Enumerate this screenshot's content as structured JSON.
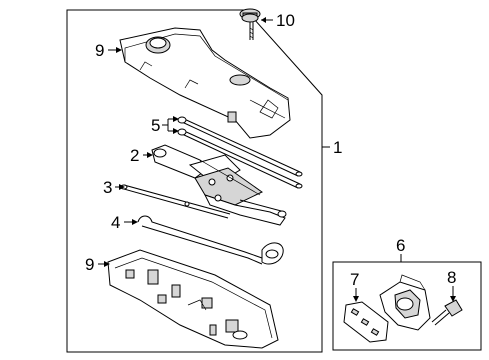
{
  "diagram": {
    "callouts": [
      {
        "id": "1",
        "label": "1"
      },
      {
        "id": "2",
        "label": "2"
      },
      {
        "id": "3",
        "label": "3"
      },
      {
        "id": "4",
        "label": "4"
      },
      {
        "id": "5",
        "label": "5"
      },
      {
        "id": "6",
        "label": "6"
      },
      {
        "id": "7",
        "label": "7"
      },
      {
        "id": "8",
        "label": "8"
      },
      {
        "id": "9a",
        "label": "9"
      },
      {
        "id": "9b",
        "label": "9"
      },
      {
        "id": "10",
        "label": "10"
      }
    ]
  },
  "colors": {
    "line": "#000000",
    "fill_light": "#d6d6d6",
    "fill_dark": "#9a9a9a",
    "background": "#ffffff"
  }
}
